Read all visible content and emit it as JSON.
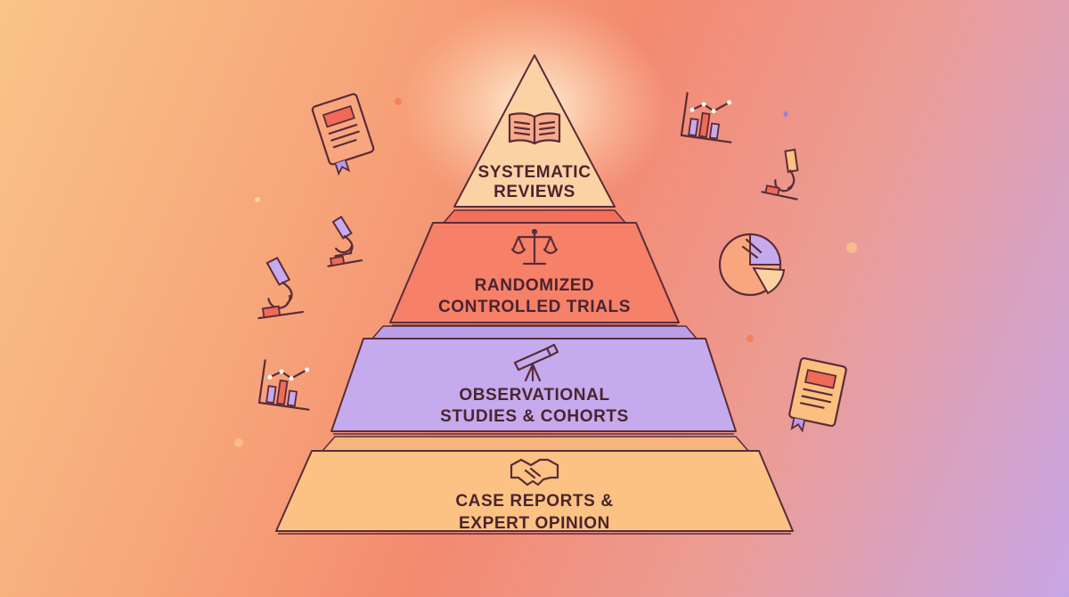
{
  "tiers": [
    {
      "lines": [
        "SYSTEMATIC",
        "REVIEWS"
      ],
      "color": "#fbd2a4",
      "icon": "open-book-icon"
    },
    {
      "lines": [
        "RANDOMIZED",
        "CONTROLLED TRIALS"
      ],
      "color": "#f68068",
      "icon": "balance-scale-icon"
    },
    {
      "lines": [
        "OBSERVATIONAL",
        "STUDIES & COHORTS"
      ],
      "color": "#c5aaee",
      "icon": "telescope-icon"
    },
    {
      "lines": [
        "CASE REPORTS &",
        "EXPERT OPINION"
      ],
      "color": "#fbc283",
      "icon": "handshake-icon"
    }
  ],
  "decorations": [
    "book-icon",
    "microscope-icon",
    "bar-chart-icon",
    "pie-chart-icon"
  ]
}
